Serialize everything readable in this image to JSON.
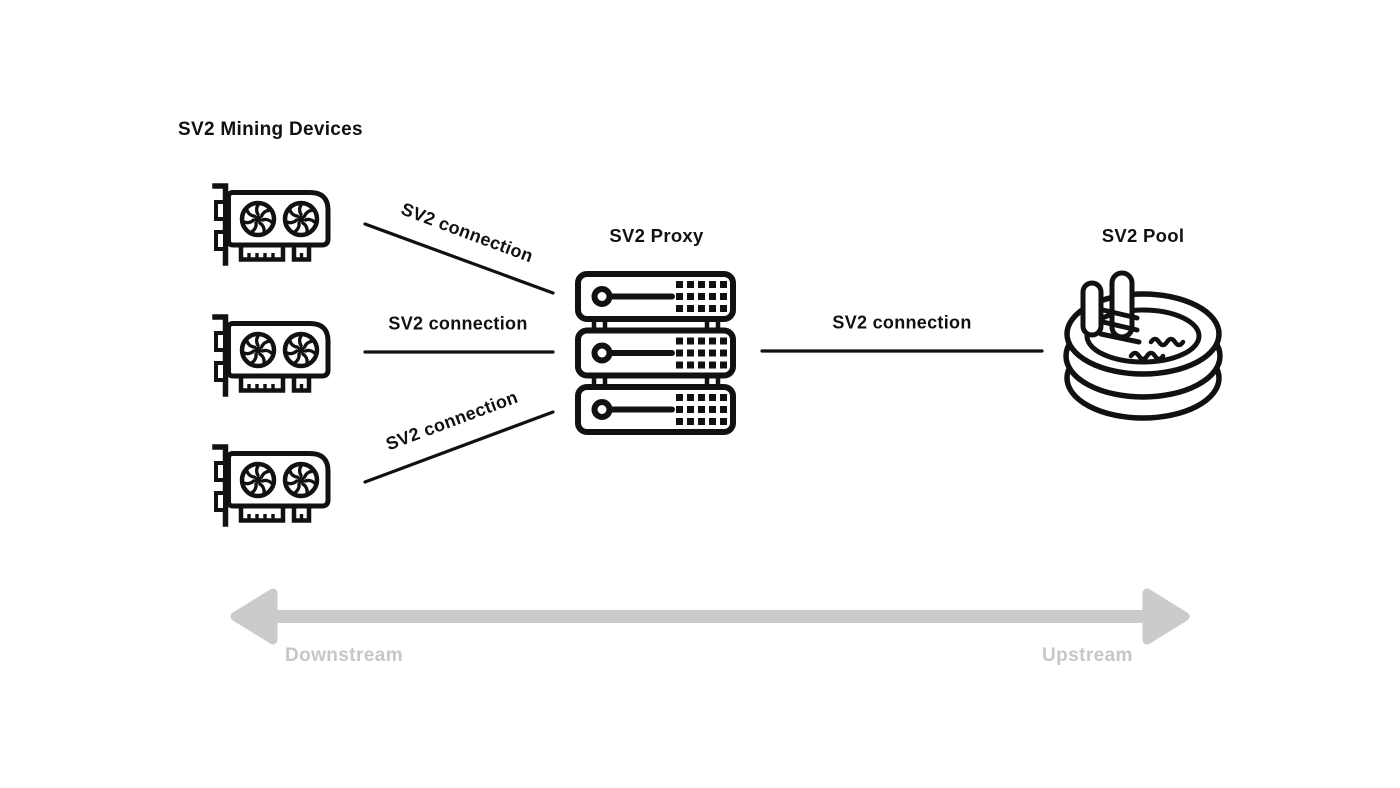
{
  "page": {
    "background": "#ffffff",
    "type": "architecture-diagram"
  },
  "colors": {
    "ink": "#111111",
    "muted_gray": "#cbcbcb",
    "muted_text": "#c7c7c7"
  },
  "devices": {
    "group_label": "SV2 Mining Devices",
    "items": [
      {
        "name": "mining-device-1",
        "icon": "gpu-mining-device-icon"
      },
      {
        "name": "mining-device-2",
        "icon": "gpu-mining-device-icon"
      },
      {
        "name": "mining-device-3",
        "icon": "gpu-mining-device-icon"
      }
    ]
  },
  "proxy": {
    "label": "SV2 Proxy",
    "icon": "server-rack-icon"
  },
  "pool": {
    "label": "SV2 Pool",
    "icon": "swimming-pool-icon"
  },
  "connections": [
    {
      "label": "SV2 connection",
      "from": "mining-device-1",
      "to": "proxy"
    },
    {
      "label": "SV2 connection",
      "from": "mining-device-2",
      "to": "proxy"
    },
    {
      "label": "SV2 connection",
      "from": "mining-device-3",
      "to": "proxy"
    },
    {
      "label": "SV2 connection",
      "from": "proxy",
      "to": "pool"
    }
  ],
  "axis": {
    "left_label": "Downstream",
    "right_label": "Upstream"
  }
}
